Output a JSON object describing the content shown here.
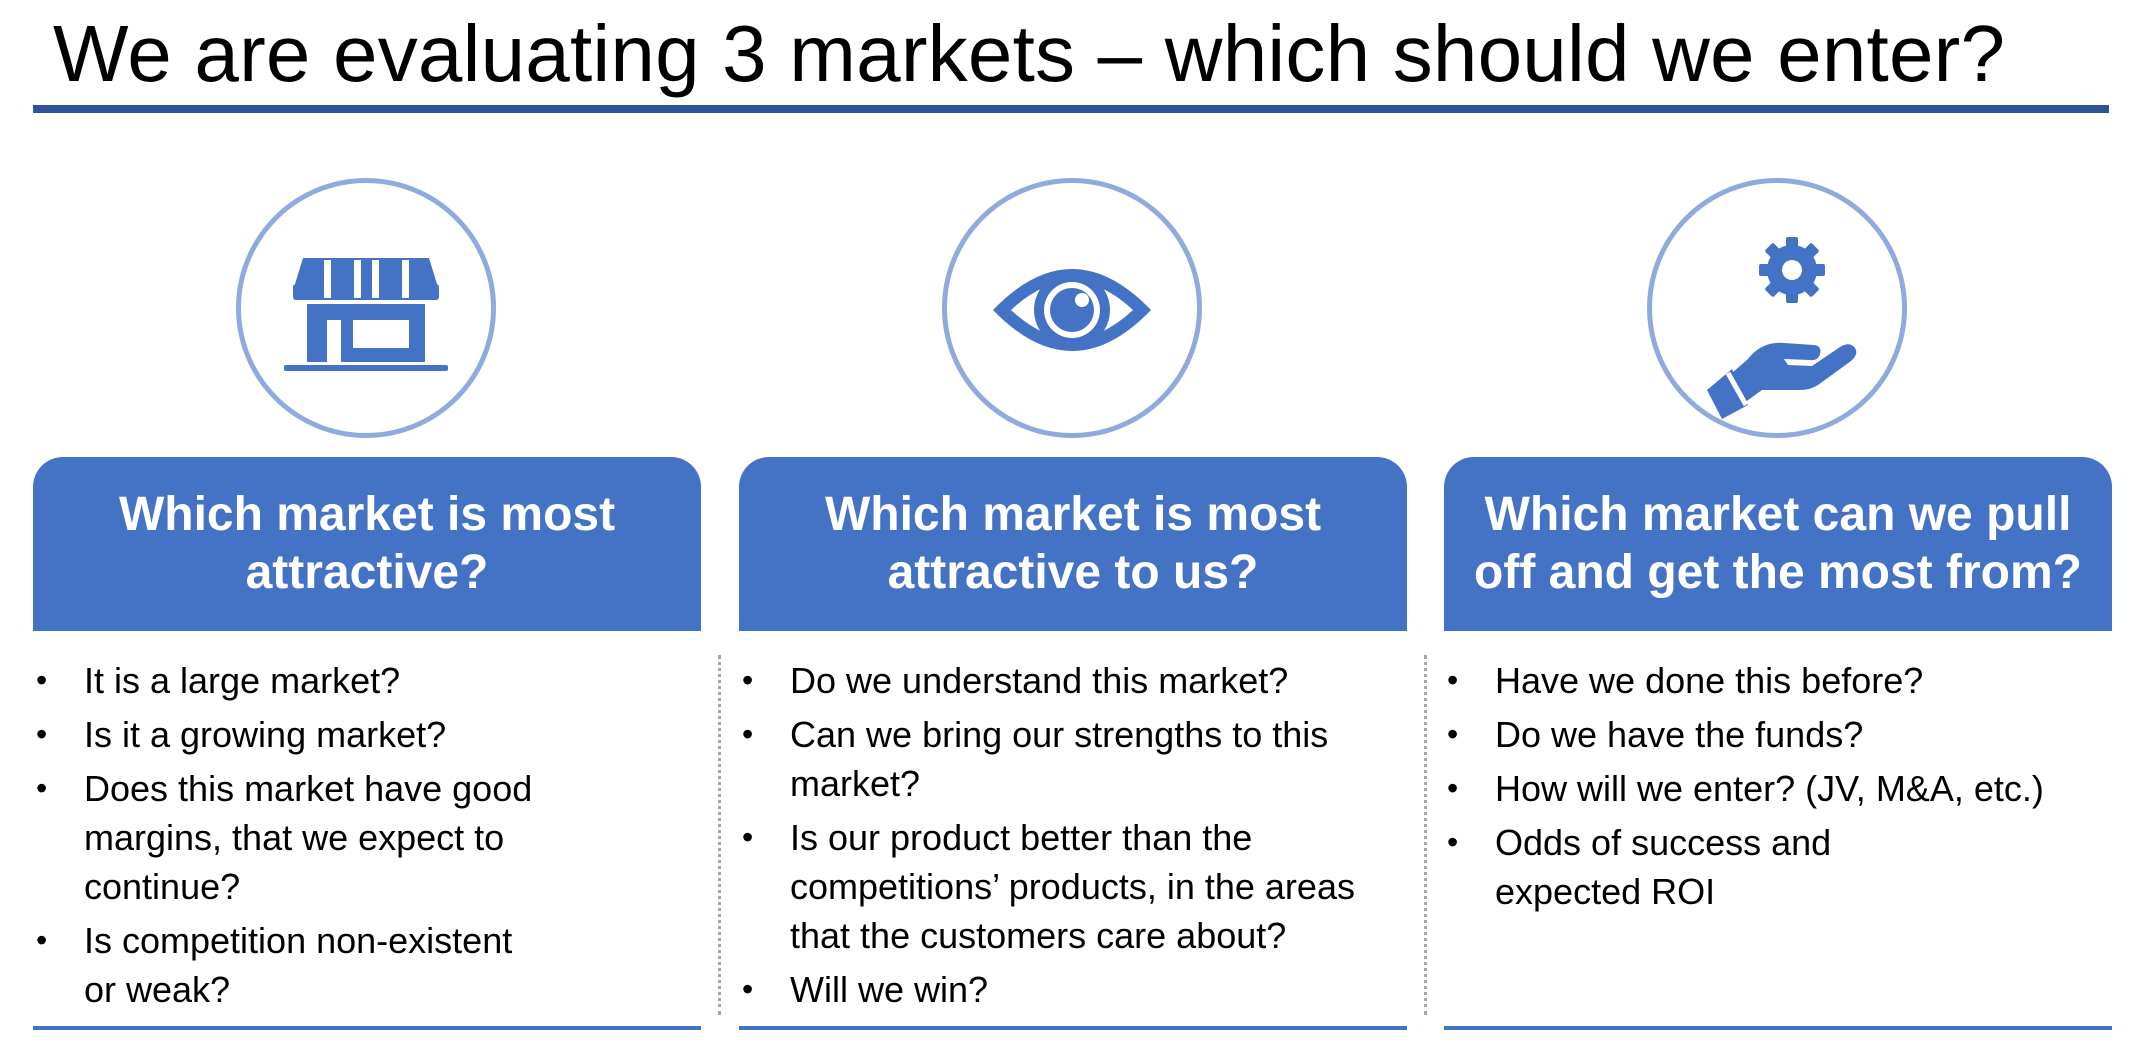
{
  "slide": {
    "title": "We are evaluating 3 markets – which should we enter?"
  },
  "colors": {
    "accent": "#4472C4",
    "title_rule": "#2F5597",
    "circle_border": "#8FAADC",
    "divider": "#A6A6A6"
  },
  "columns": [
    {
      "icon": "storefront-icon",
      "header": "Which market is most attractive?",
      "bullets": [
        "It is a large market?",
        "Is it a growing market?",
        "Does this market have good margins, that we expect to continue?",
        "Is competition non-existent or weak?"
      ]
    },
    {
      "icon": "eye-icon",
      "header": "Which market is most attractive to us?",
      "bullets": [
        "Do we understand this market?",
        "Can we bring our strengths to this market?",
        "Is our product better than the competitions’ products, in the areas that the customers care about?",
        "Will we win?"
      ]
    },
    {
      "icon": "hand-gear-icon",
      "header": "Which market can we pull off and get the most from?",
      "bullets": [
        "Have we done this before?",
        "Do we have the funds?",
        "How will we enter? (JV, M&A, etc.)",
        "Odds of success and expected ROI"
      ]
    }
  ]
}
